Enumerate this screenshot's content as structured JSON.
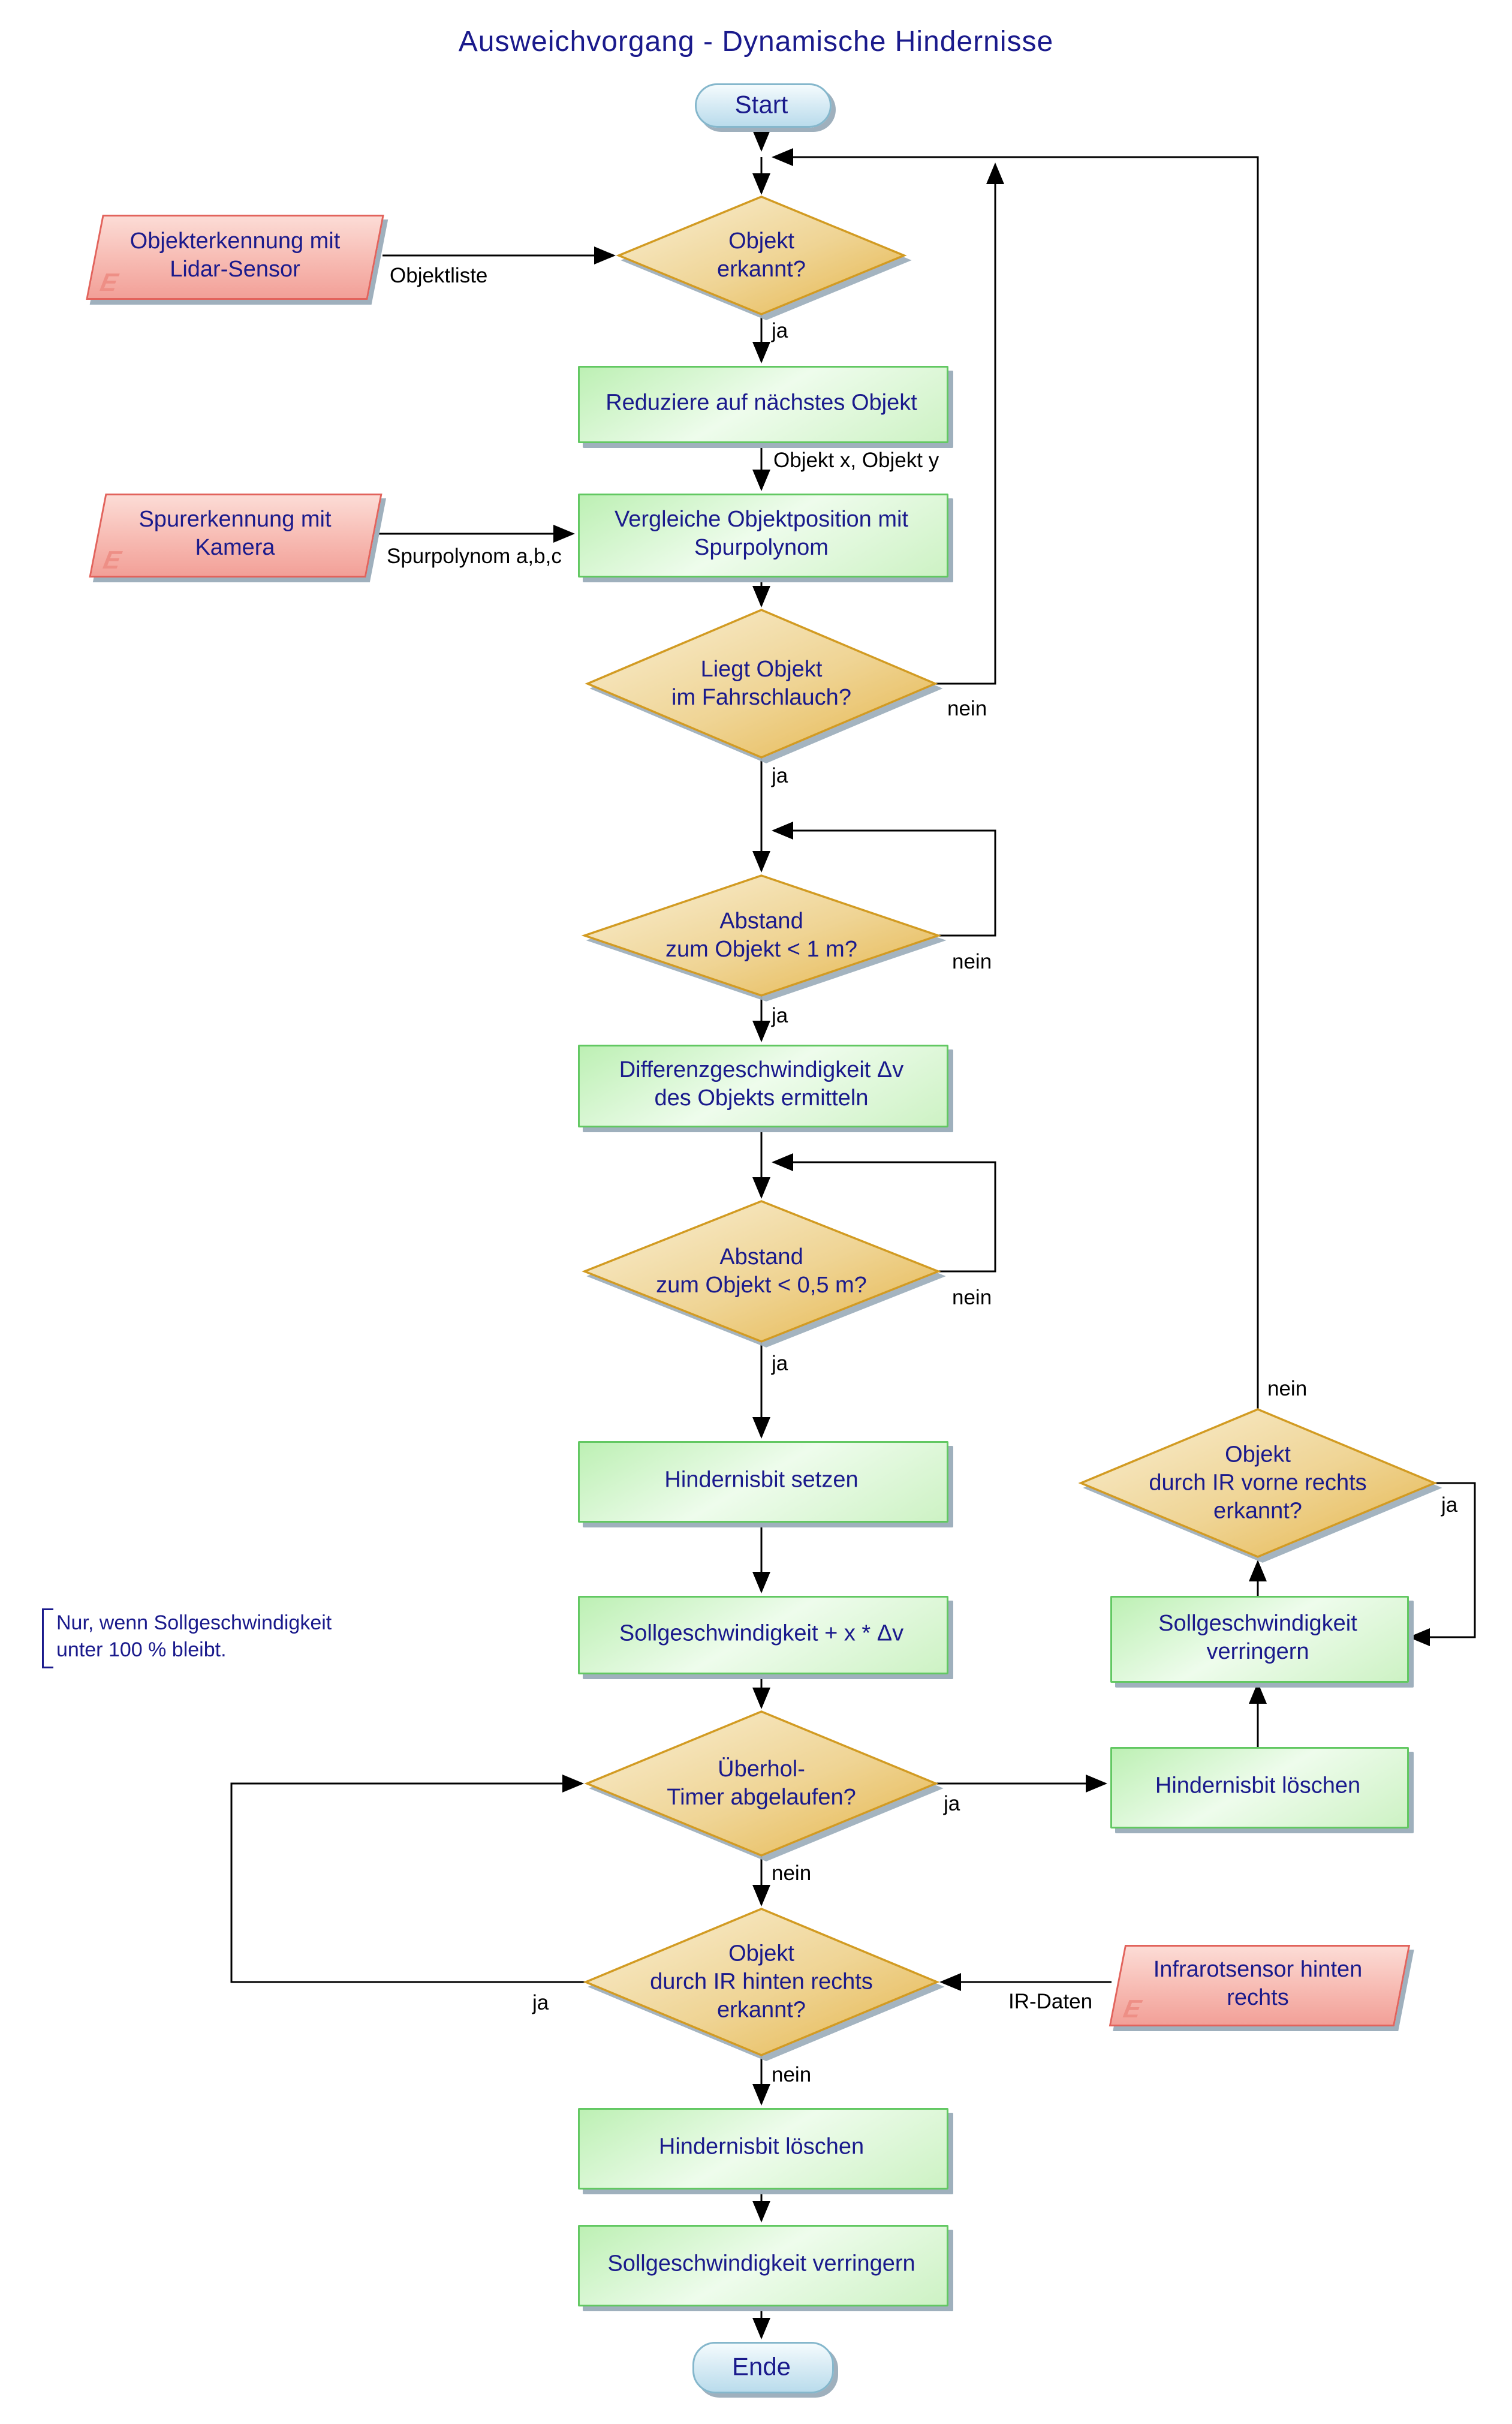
{
  "title": "Ausweichvorgang - Dynamische Hindernisse",
  "nodes": {
    "start": {
      "label": "Start"
    },
    "p_lidar": {
      "label": "Objekterkennung mit\nLidar-Sensor",
      "marker": "E"
    },
    "d_objekt_erkannt": {
      "label": "Objekt\nerkannt?"
    },
    "g_reduziere": {
      "label": "Reduziere auf nächstes Objekt"
    },
    "p_kamera": {
      "label": "Spurerkennung mit\nKamera",
      "marker": "E"
    },
    "g_vergleiche": {
      "label": "Vergleiche Objektposition mit\nSpurpolynom"
    },
    "d_fahrschlauch": {
      "label": "Liegt Objekt\nim Fahrschlauch?"
    },
    "d_abstand_1m": {
      "label": "Abstand\nzum Objekt < 1 m?"
    },
    "g_differenzgeschw": {
      "label": "Differenzgeschwindigkeit Δv\ndes Objekts ermitteln"
    },
    "d_abstand_05m": {
      "label": "Abstand\nzum Objekt < 0,5 m?"
    },
    "g_hindernisbit_setzen": {
      "label": "Hindernisbit setzen"
    },
    "g_sollgeschw_plus": {
      "label": "Sollgeschwindigkeit + x * Δv"
    },
    "d_ueberhol_timer": {
      "label": "Überhol-\nTimer abgelaufen?"
    },
    "d_ir_vorne": {
      "label": "Objekt\ndurch IR vorne rechts\nerkannt?"
    },
    "g_sollgeschw_verr_r": {
      "label": "Sollgeschwindigkeit\nverringern"
    },
    "g_hindernisbit_loe_r": {
      "label": "Hindernisbit löschen"
    },
    "d_ir_hinten": {
      "label": "Objekt\ndurch IR hinten rechts\nerkannt?"
    },
    "p_infrarot": {
      "label": "Infrarotsensor hinten\nrechts",
      "marker": "E"
    },
    "g_hindernisbit_loe": {
      "label": "Hindernisbit löschen"
    },
    "g_sollgeschw_verr": {
      "label": "Sollgeschwindigkeit verringern"
    },
    "ende": {
      "label": "Ende"
    }
  },
  "edge_labels": {
    "objektliste": "Objektliste",
    "ja_objekt": "ja",
    "objekt_xy": "Objekt x, Objekt y",
    "spurpolynom": "Spurpolynom a,b,c",
    "nein_fahrschlauch": "nein",
    "ja_fahrschlauch": "ja",
    "nein_abstand_1m": "nein",
    "ja_abstand_1m": "ja",
    "nein_abstand_05m": "nein",
    "ja_abstand_05m": "ja",
    "nein_ir_vorne": "nein",
    "ja_ir_vorne": "ja",
    "ja_timer": "ja",
    "nein_timer": "nein",
    "ja_ir_hinten": "ja",
    "ir_daten": "IR-Daten",
    "nein_ir_hinten": "nein"
  },
  "note": {
    "text": "Nur, wenn Sollgeschwindigkeit\nunter 100 % bleibt."
  },
  "colors": {
    "text": "#1a1a8c",
    "line": "#000000",
    "diamond_border": "#d29b24",
    "diamond_fill_light": "#f8ecc9",
    "diamond_fill_dark": "#e7ba52",
    "process_border": "#62c862",
    "terminator_border": "#85b7cc",
    "sensor_border": "#e2635c",
    "shadow": "#9fb0bd"
  }
}
